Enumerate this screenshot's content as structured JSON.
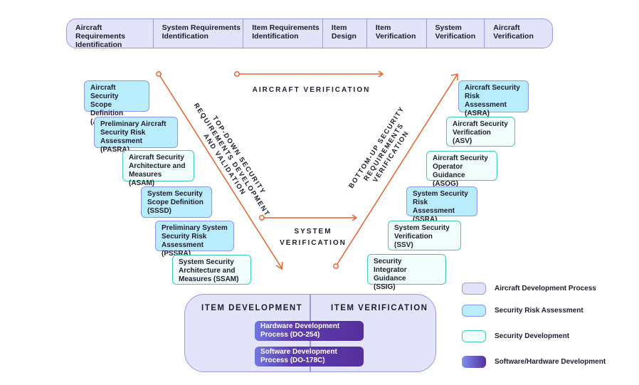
{
  "phases": [
    {
      "label": "Aircraft Requirements\nIdentification"
    },
    {
      "label": "System Requirements\nIdentification"
    },
    {
      "label": "Item Requirements\nIdentification"
    },
    {
      "label": "Item\nDesign"
    },
    {
      "label": "Item\nVerification"
    },
    {
      "label": "System\nVerification"
    },
    {
      "label": "Aircraft\nVerification"
    }
  ],
  "left_boxes": [
    {
      "label": "Aircraft Security\nScope Definition\n(ASSD)",
      "type": "risk"
    },
    {
      "label": "Preliminary Aircraft\nSecurity Risk\nAssessment (PASRA)",
      "type": "risk"
    },
    {
      "label": "Aircraft Security\nArchitecture and\nMeasures (ASAM)",
      "type": "dev"
    },
    {
      "label": "System Security\nScope Definition\n(SSSD)",
      "type": "risk"
    },
    {
      "label": "Preliminary System\nSecurity Risk\nAssessment (PSSRA)",
      "type": "risk"
    },
    {
      "label": "System Security\nArchitecture and\nMeasures (SSAM)",
      "type": "dev"
    }
  ],
  "right_boxes": [
    {
      "label": "Aircraft Security\nRisk Assessment\n(ASRA)",
      "type": "risk"
    },
    {
      "label": "Aircraft Security\nVerification\n(ASV)",
      "type": "dev"
    },
    {
      "label": "Aircraft Security\nOperator\nGuidance (ASOG)",
      "type": "dev"
    },
    {
      "label": "System Security\nRisk Assessment\n(SSRA)",
      "type": "risk"
    },
    {
      "label": "System Security\nVerification\n(SSV)",
      "type": "dev"
    },
    {
      "label": "Security\nIntegrator Guidance\n(SSIG)",
      "type": "dev"
    }
  ],
  "flow_labels": {
    "aircraft_verification": "AIRCRAFT VERIFICATION",
    "system_verification": "SYSTEM\nVERIFICATION",
    "top_down": "TOP-DOWN SECURITY\nREQUIREMENTS DEVELOPMENT\nAND VALIDATION",
    "bottom_up": "BOTTOM-UP SECURITY\nREQUIREMENTS\nVERIFICATION"
  },
  "item": {
    "development": "ITEM DEVELOPMENT",
    "verification": "ITEM VERIFICATION",
    "processes": [
      {
        "label": "Hardware Development\nProcess (DO-254)"
      },
      {
        "label": "Software Development\nProcess (DO-178C)"
      }
    ]
  },
  "legend": [
    {
      "label": "Aircraft Development Process",
      "key": "aircraft"
    },
    {
      "label": "Security Risk Assessment",
      "key": "risk"
    },
    {
      "label": "Security Development",
      "key": "dev"
    },
    {
      "label": "Software/Hardware Development",
      "key": "swhw"
    }
  ],
  "colors": {
    "arrow": "#e5622c",
    "aircraft_fill": "#e3e3f9",
    "aircraft_border": "#9a98e6",
    "risk_fill": "#b9ecfd",
    "risk_border": "#8b96f0",
    "dev_fill": "#f1fdfb",
    "dev_border": "#3dcbb0",
    "swhw_fill": "#55309c"
  }
}
